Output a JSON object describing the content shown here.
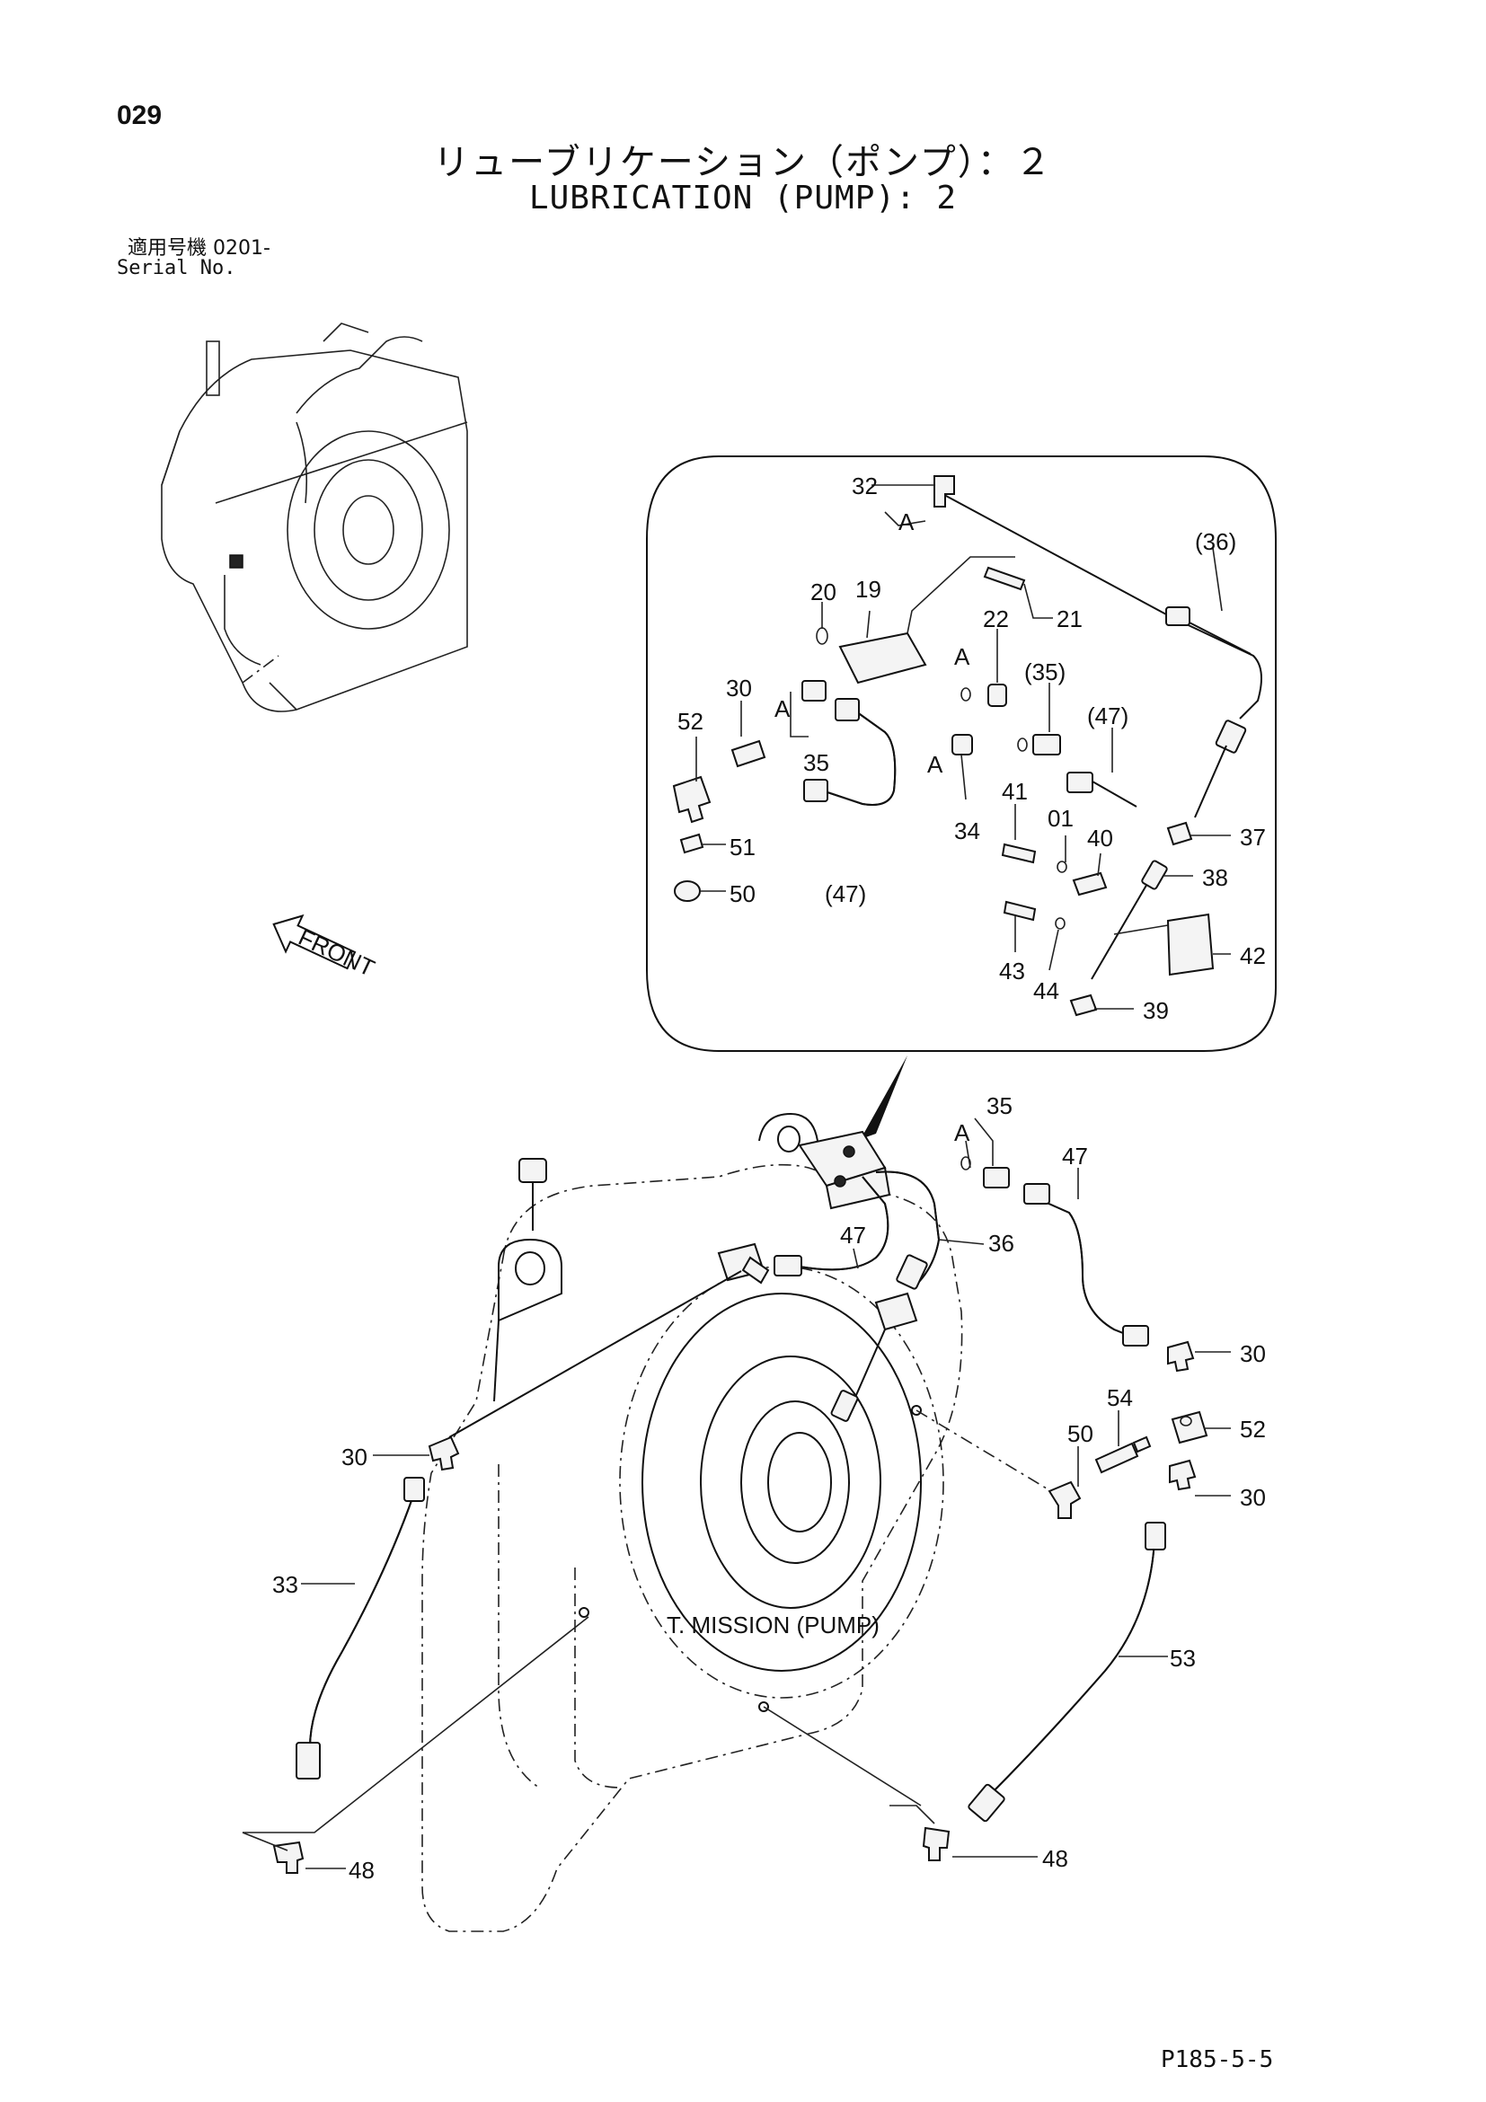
{
  "page_number": "029",
  "title_jp": "リューブリケーション（ポンプ）：２",
  "title_en": "LUBRICATION (PUMP): 2",
  "serial_label_jp": "適用号機  0201-",
  "serial_label_en": "Serial No.",
  "front_arrow_label": "FRONT",
  "component_label": "T. MISSION (PUMP)",
  "footer_code": "P185-5-5",
  "detail_callouts": {
    "c32": "32",
    "a1": "A",
    "c36p": "(36)",
    "c20": "20",
    "c19": "19",
    "c21": "21",
    "c22": "22",
    "a2": "A",
    "c35p": "(35)",
    "c47p1": "(47)",
    "c30": "30",
    "a3": "A",
    "c52": "52",
    "c35": "35",
    "a4": "A",
    "c34": "34",
    "c41": "41",
    "c01": "01",
    "c40": "40",
    "c37": "37",
    "c38": "38",
    "c51": "51",
    "c50": "50",
    "c47p2": "(47)",
    "c43": "43",
    "c44": "44",
    "c42": "42",
    "c39": "39"
  },
  "main_callouts": {
    "c35": "35",
    "a1": "A",
    "c47a": "47",
    "c47b": "47",
    "c36": "36",
    "c30a": "30",
    "c30b": "30",
    "c30c": "30",
    "c54": "54",
    "c50": "50",
    "c52": "52",
    "c33": "33",
    "c53": "53",
    "c48a": "48",
    "c48b": "48"
  }
}
